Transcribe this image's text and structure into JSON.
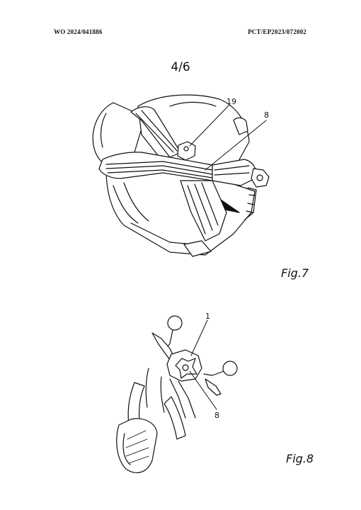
{
  "header": {
    "publication_number": "WO 2024/041886",
    "application_number": "PCT/EP2023/072002"
  },
  "sheet": {
    "label": "4/6"
  },
  "figures": [
    {
      "label": "Fig.7",
      "references": [
        "19",
        "8"
      ]
    },
    {
      "label": "Fig.8",
      "references": [
        "1",
        "8"
      ]
    }
  ]
}
